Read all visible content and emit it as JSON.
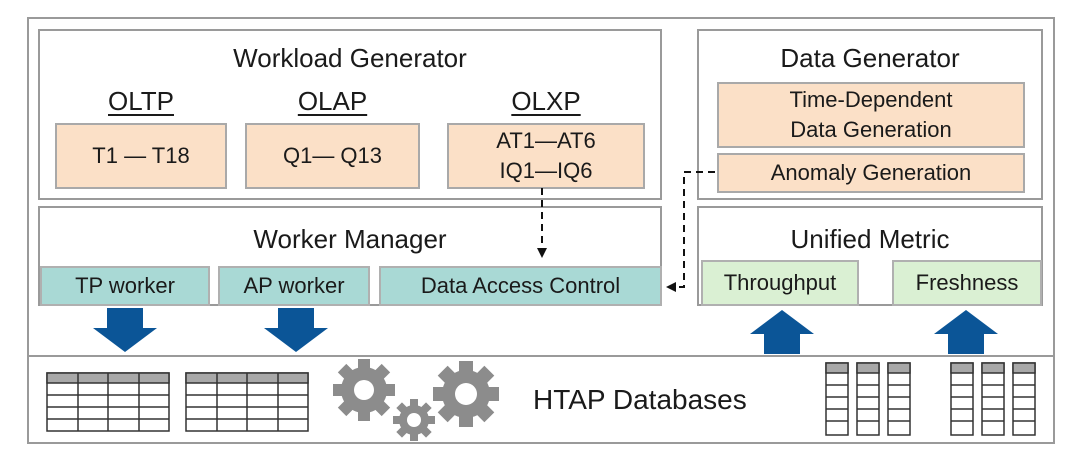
{
  "workload_generator": {
    "title": "Workload Generator",
    "categories": [
      {
        "name": "OLTP",
        "lines": [
          "T1 — T18"
        ]
      },
      {
        "name": "OLAP",
        "lines": [
          "Q1— Q13"
        ]
      },
      {
        "name": "OLXP",
        "lines": [
          "AT1—AT6",
          "IQ1—IQ6"
        ]
      }
    ]
  },
  "data_generator": {
    "title": "Data Generator",
    "time_dependent": [
      "Time-Dependent",
      "Data Generation"
    ],
    "anomaly": "Anomaly Generation"
  },
  "worker_manager": {
    "title": "Worker Manager",
    "tp_worker": "TP worker",
    "ap_worker": "AP worker",
    "data_access_control": "Data Access Control"
  },
  "unified_metric": {
    "title": "Unified Metric",
    "throughput": "Throughput",
    "freshness": "Freshness"
  },
  "databases": {
    "label": "HTAP Databases"
  },
  "colors": {
    "peach": "#fbe0c7",
    "teal": "#a9d9d5",
    "mint": "#daf0d3",
    "arrow_blue": "#0b5597",
    "gear_gray": "#8c8c8c"
  },
  "icons": [
    "gear-icon",
    "row-table-icon",
    "column-store-icon",
    "arrow-down-icon",
    "arrow-up-icon"
  ]
}
